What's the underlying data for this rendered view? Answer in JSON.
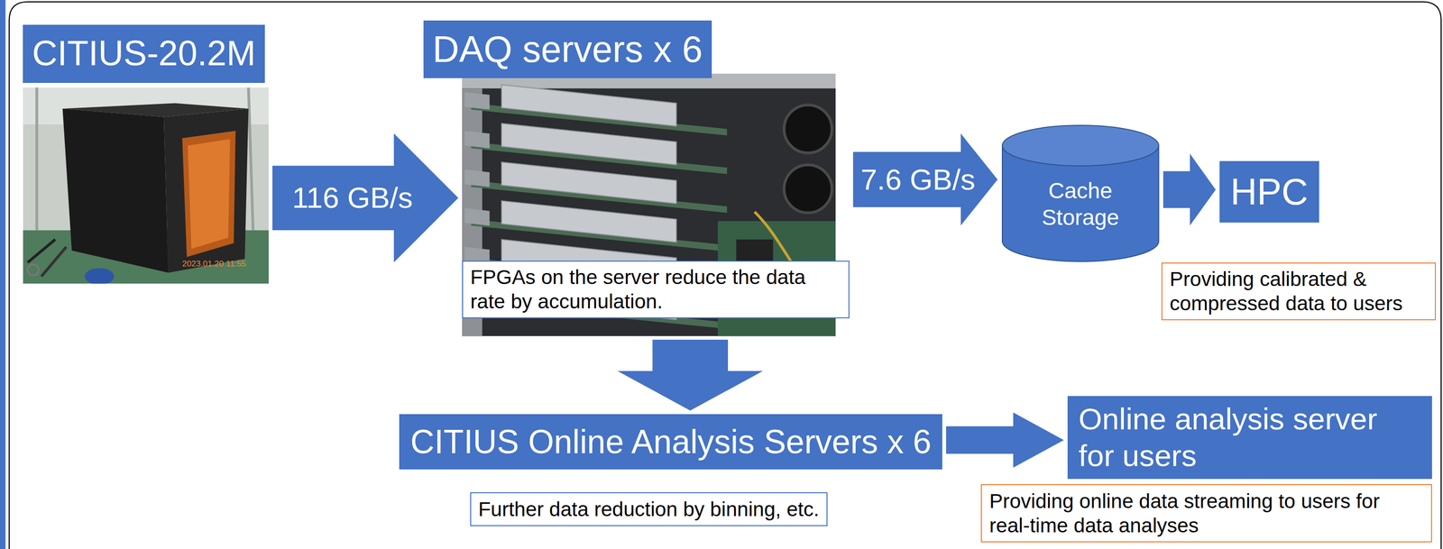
{
  "diagram": {
    "nodes": [
      {
        "text": [
          "CITIUS-20.2M"
        ]
      },
      {
        "text": [
          "DAQ servers x 6"
        ]
      },
      {
        "text": [
          "FPGAs on the server reduce the data rate by accumulation."
        ],
        "in": 1
      },
      {
        "text": [
          "Cache Storage"
        ]
      },
      {
        "text": [
          "HPC"
        ]
      },
      {
        "text": [
          "Providing calibrated & compressed data to users"
        ]
      },
      {
        "text": [
          "CITIUS Online Analysis Servers x 6"
        ]
      },
      {
        "text": [
          "Further data reduction by binning, etc."
        ]
      },
      {
        "text": [
          "Online analysis server for users"
        ]
      },
      {
        "text": [
          "Providing online data streaming to users for real-time data analyses"
        ]
      }
    ],
    "edges": [
      {
        "from": 0,
        "to": 1,
        "arrow": "to",
        "label": "116 GB/s"
      },
      {
        "from": 1,
        "to": 3,
        "arrow": "to",
        "label": "7.6 GB/s"
      },
      {
        "from": 3,
        "to": 4,
        "arrow": "to"
      },
      {
        "from": 1,
        "to": 6,
        "arrow": "to"
      },
      {
        "from": 6,
        "to": 8,
        "arrow": "to"
      }
    ],
    "labels": [
      "2023.01.20 11:55"
    ]
  }
}
